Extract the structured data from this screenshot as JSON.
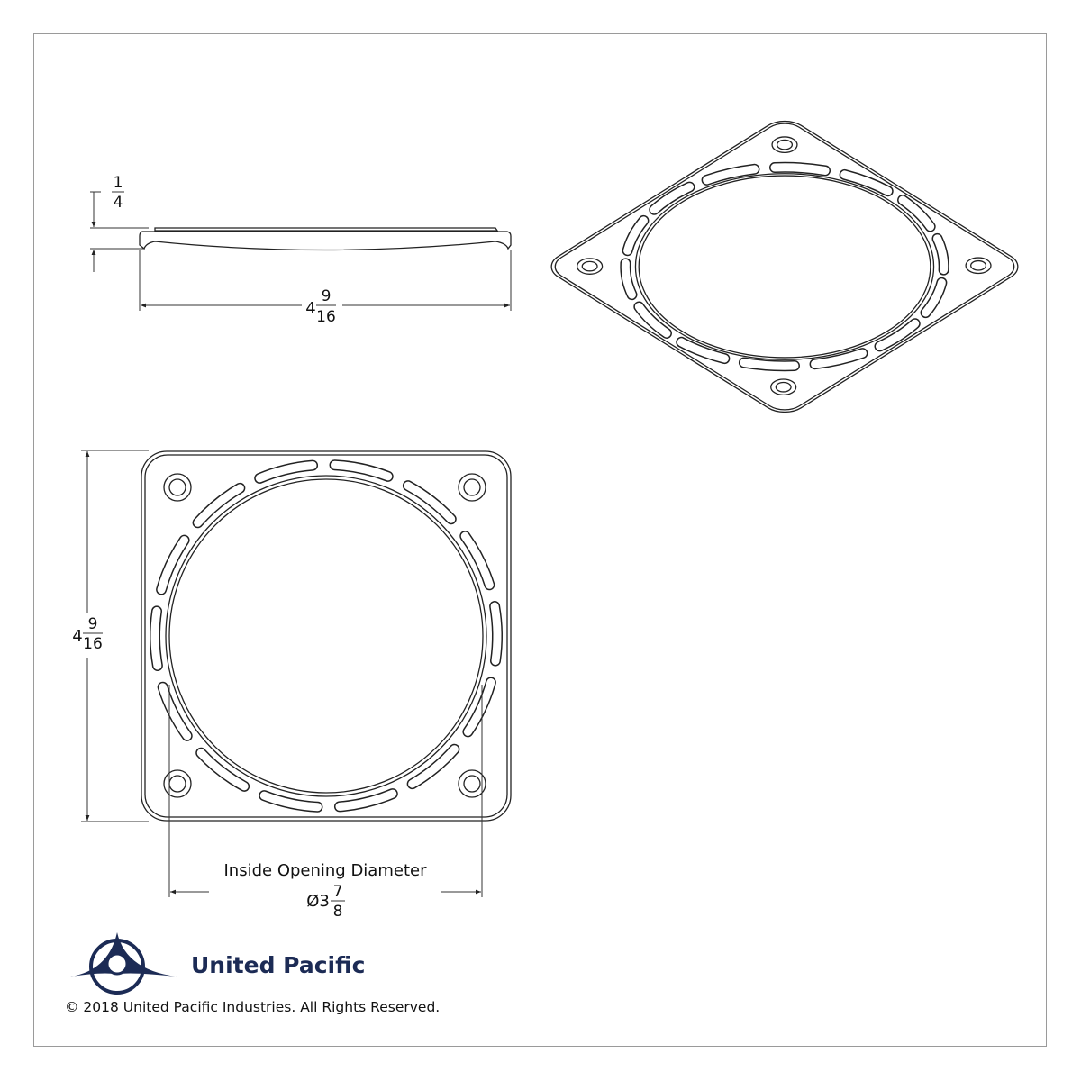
{
  "side_view": {
    "thickness_num": "1",
    "thickness_den": "4",
    "width_whole": "4",
    "width_num": "9",
    "width_den": "16"
  },
  "front_view": {
    "height_whole": "4",
    "height_num": "9",
    "height_den": "16",
    "opening_label": "Inside Opening Diameter",
    "opening_prefix": "Ø3",
    "opening_num": "7",
    "opening_den": "8"
  },
  "footer": {
    "brand": "United Pacific",
    "copyright": "© 2018 United Pacific Industries. All Rights Reserved."
  },
  "colors": {
    "brand": "#1c2b55",
    "line": "#222222"
  }
}
